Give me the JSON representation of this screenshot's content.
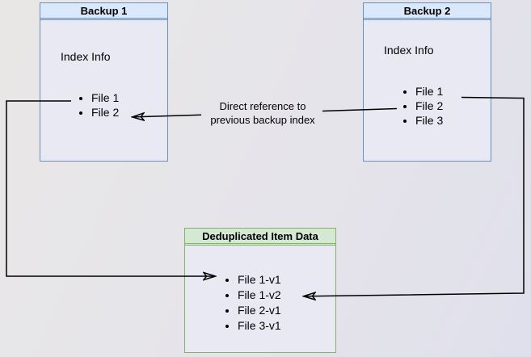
{
  "nodes": {
    "backup1": {
      "title": "Backup 1",
      "body_label": "Index Info",
      "items": [
        "File 1",
        "File 2"
      ]
    },
    "backup2": {
      "title": "Backup 2",
      "body_label": "Index Info",
      "items": [
        "File 1",
        "File 2",
        "File 3"
      ]
    },
    "dedup": {
      "title": "Deduplicated Item Data",
      "items": [
        "File 1-v1",
        "File 1-v2",
        "File 2-v1",
        "File 3-v1"
      ]
    }
  },
  "edges": {
    "direct_reference": {
      "label_lines": [
        "Direct reference to",
        "previous backup index"
      ],
      "from": "Backup 2 / File 2",
      "to": "Backup 1 / File 2"
    },
    "backup1_file1": {
      "from": "Backup 1 / File 1",
      "to": "Deduplicated Item Data / File 1-v1"
    },
    "backup2_file1": {
      "from": "Backup 2 / File 1",
      "to": "Deduplicated Item Data / File 1-v2"
    }
  },
  "colors": {
    "line": "#000000",
    "blue_header_fill": "#dae8fc",
    "blue_border": "#6c8ebf",
    "green_header_fill": "#d5e8d4",
    "green_border": "#82b366",
    "node_fill": "#e9e9f3",
    "page_background": "#e5e4ea"
  }
}
